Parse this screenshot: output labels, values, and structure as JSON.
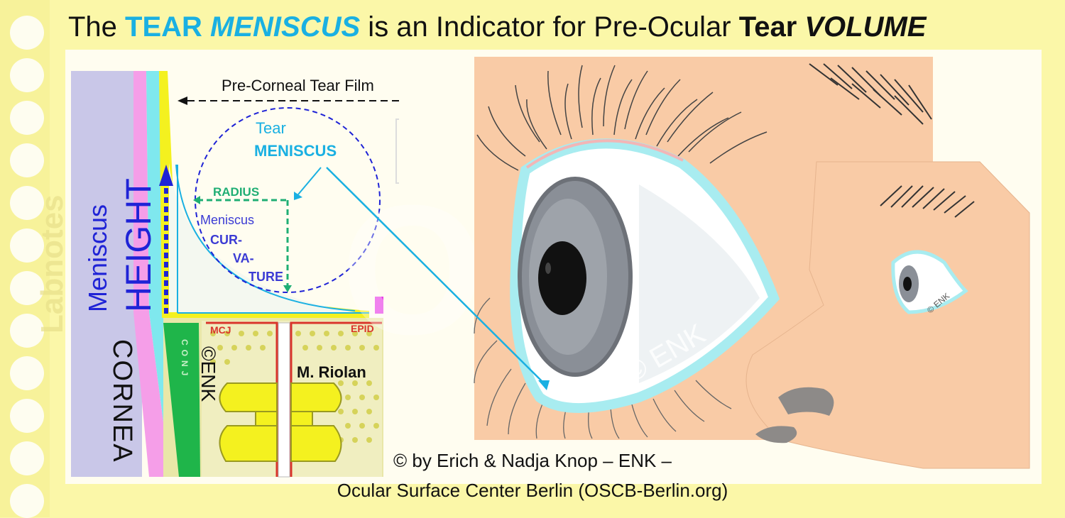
{
  "title": {
    "part1": "The ",
    "tear": "TEAR ",
    "meniscus": "MENISCUS",
    "part2": " is an Indicator for Pre-Ocular ",
    "tear2": "Tear ",
    "volume": "VOLUME"
  },
  "diagram": {
    "precorneal": "Pre-Corneal Tear Film",
    "tear": "Tear",
    "meniscus_label": "MENISCUS",
    "radius": "RADIUS",
    "curvature_1": "Meniscus",
    "curvature_2": "CUR-",
    "curvature_3": "VA-",
    "curvature_4": "TURE",
    "height_small": "Meniscus",
    "height_big": "HEIGHT",
    "cornea": "CORNEA",
    "mcj": "MCJ",
    "epid": "EPID",
    "conj": "CONJ",
    "riolan": "M. Riolan",
    "enk_vertical": "©ENK"
  },
  "eye": {
    "watermark": "© ENK",
    "watermark_small": "© ENK"
  },
  "credit": {
    "line1": "© by Erich & Nadja Knop – ENK –",
    "line2": "Ocular Surface Center Berlin (OSCB-Berlin.org)"
  },
  "side_watermark": "Labnotes",
  "colors": {
    "background": "#fbf7a8",
    "cyan_accent": "#1ab0e2",
    "skin": "#f9cba6",
    "cornea": "#c9c7e8",
    "radius_green": "#1fae74",
    "curvature_blue": "#3b3bd4"
  }
}
